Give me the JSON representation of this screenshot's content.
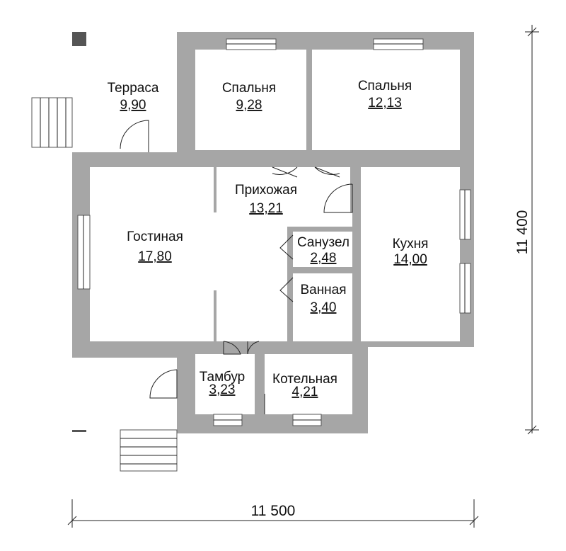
{
  "rooms": [
    {
      "name": "Терраса",
      "area": "9,90"
    },
    {
      "name": "Спальня",
      "area": "9,28"
    },
    {
      "name": "Спальня",
      "area": "12,13"
    },
    {
      "name": "Прихожая",
      "area": "13,21"
    },
    {
      "name": "Гостиная",
      "area": "17,80"
    },
    {
      "name": "Санузел",
      "area": "2,48"
    },
    {
      "name": "Кухня",
      "area": "14,00"
    },
    {
      "name": "Ванная",
      "area": "3,40"
    },
    {
      "name": "Тамбур",
      "area": "3,23"
    },
    {
      "name": "Котельная",
      "area": "4,21"
    }
  ],
  "dimensions": {
    "width": "11 500",
    "height": "11 400"
  },
  "colors": {
    "wall": "#a6a6a6",
    "line": "#222222"
  }
}
